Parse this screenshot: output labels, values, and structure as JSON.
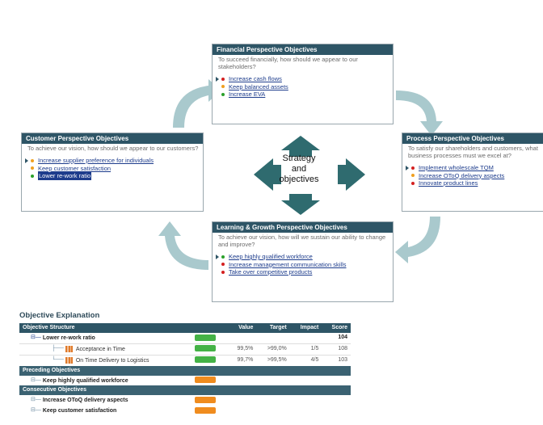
{
  "center_text": [
    "Strategy",
    "and",
    "objectives"
  ],
  "financial": {
    "title": "Financial Perspective Objectives",
    "question": "To succeed financially, how should we appear to our stakeholders?",
    "items": [
      {
        "label": "Increase cash flows",
        "color": "#d42020",
        "current": true
      },
      {
        "label": "Keep balanced assets",
        "color": "#f0a020",
        "current": false
      },
      {
        "label": "Increase EVA",
        "color": "#2aa02a",
        "current": false
      }
    ]
  },
  "customer": {
    "title": "Customer Perspective Objectives",
    "question": "To achieve our vision, how should we appear to our customers?",
    "items": [
      {
        "label": "Increase supplier preference for individuals",
        "color": "#f0a020",
        "current": true
      },
      {
        "label": "Keep customer satisfaction",
        "color": "#f0a020",
        "current": false
      },
      {
        "label": "Lower re-work ratio",
        "color": "#2aa02a",
        "current": false,
        "selected": true
      }
    ]
  },
  "process": {
    "title": "Process Perspective Objectives",
    "question": "To satisfy our shareholders and customers, what business processes must we excel at?",
    "items": [
      {
        "label": "Implement wholescale TQM",
        "color": "#d42020",
        "current": true
      },
      {
        "label": "Increase OToQ delivery aspects",
        "color": "#f0a020",
        "current": false
      },
      {
        "label": "Innovate product lines",
        "color": "#d42020",
        "current": false
      }
    ]
  },
  "learning": {
    "title": "Learning & Growth Perspective Objectives",
    "question": "To achieve our vision, how will we sustain our ability to change and improve?",
    "items": [
      {
        "label": "Keep highly qualified workforce",
        "color": "#2aa02a",
        "current": true
      },
      {
        "label": "Increase management communication skills",
        "color": "#d42020",
        "current": false
      },
      {
        "label": "Take over competitive products",
        "color": "#d42020",
        "current": false
      }
    ]
  },
  "explanation": {
    "title": "Objective Explanation",
    "headers": {
      "structure": "Objective Structure",
      "value": "Value",
      "target": "Target",
      "impact": "Impact",
      "score": "Score"
    },
    "main": {
      "label": "Lower re-work ratio",
      "score": "104"
    },
    "kpis": [
      {
        "label": "Acceptance in Time",
        "value": "99,5%",
        "target": ">99,0%",
        "impact": "1/5",
        "score": "108"
      },
      {
        "label": "On Time Delivery to Logistics",
        "value": "99,7%",
        "target": ">99,5%",
        "impact": "4/5",
        "score": "103"
      }
    ],
    "preceding_title": "Preceding Objectives",
    "preceding": [
      "Keep highly qualified workforce"
    ],
    "consecutive_title": "Consecutive Objectives",
    "consecutive": [
      "Increase OToQ delivery aspects",
      "Keep customer satisfaction"
    ]
  }
}
